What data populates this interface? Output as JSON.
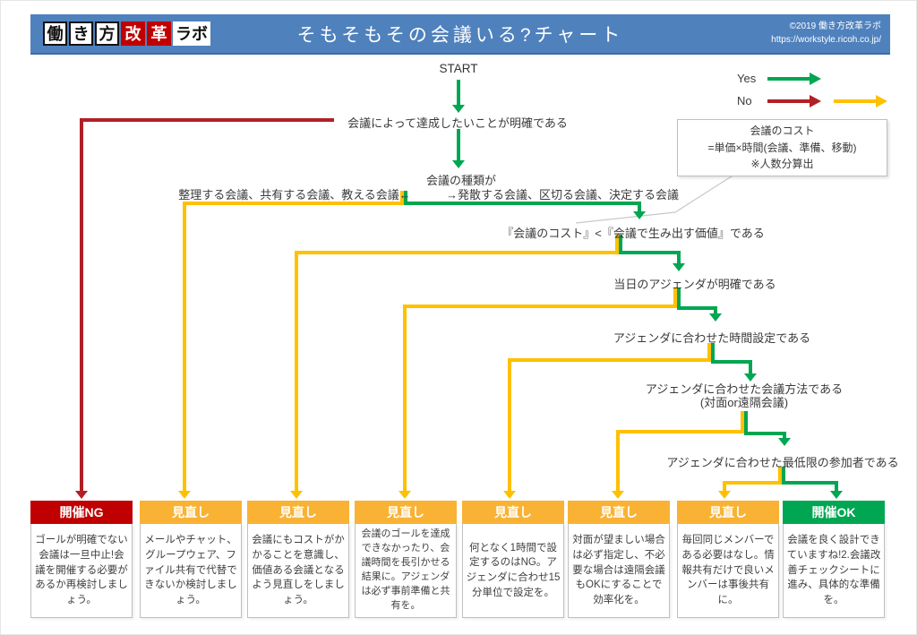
{
  "header": {
    "logo_segments": [
      {
        "text": "働"
      },
      {
        "text": "き"
      },
      {
        "text": "方"
      },
      {
        "text": "改"
      },
      {
        "text": "革"
      },
      {
        "text": "ラボ"
      }
    ],
    "title": "そもそもその会議いる?チャート",
    "copyright_line1": "©2019 働き方改革ラボ",
    "copyright_line2": "https://workstyle.ricoh.co.jp/"
  },
  "legend": {
    "yes_label": "Yes",
    "no_label": "No"
  },
  "flow": {
    "start_label": "START",
    "d1": "会議によって達成したいことが明確である",
    "d2_main": "会議の種類が",
    "d2_left": "整理する会議、共有する会議、教える会議←",
    "d2_right": "→発散する会議、区切る会議、決定する会議",
    "d3": "『会議のコスト』<『会議で生み出す価値』である",
    "d4": "当日のアジェンダが明確である",
    "d5": "アジェンダに合わせた時間設定である",
    "d6_line1": "アジェンダに合わせた会議方法である",
    "d6_line2": "(対面or遠隔会議)",
    "d7": "アジェンダに合わせた最低限の参加者である"
  },
  "cost_note": {
    "line1": "会議のコスト",
    "line2": "=単価×時間(会議、準備、移動)",
    "line3": "※人数分算出"
  },
  "outcomes": [
    {
      "label": "開催NG",
      "body": "ゴールが明確でない会議は一旦中止!会議を開催する必要があるか再検討しましょう。"
    },
    {
      "label": "見直し",
      "body": "メールやチャット、グループウェア、ファイル共有で代替できないか検討しましょう。"
    },
    {
      "label": "見直し",
      "body": "会議にもコストがかかることを意識し、価値ある会議となるよう見直しをしましょう。"
    },
    {
      "label": "見直し",
      "body": "会議のゴールを達成できなかったり、会議時間を長引かせる結果に。アジェンダは必ず事前準備と共有を。"
    },
    {
      "label": "見直し",
      "body": "何となく1時間で設定するのはNG。アジェンダに合わせ15分単位で設定を。"
    },
    {
      "label": "見直し",
      "body": "対面が望ましい場合は必ず指定し、不必要な場合は遠隔会議もOKにすることで効率化を。"
    },
    {
      "label": "見直し",
      "body": "毎回同じメンバーである必要はなし。情報共有だけで良いメンバーは事後共有に。"
    },
    {
      "label": "開催OK",
      "body": "会議を良く設計できていますね!2.会議改善チェックシートに進み、具体的な準備を。"
    }
  ],
  "colors": {
    "header_blue": "#4F81BD",
    "yes_green": "#00A651",
    "no_line_red": "#B02025",
    "ng_header_red": "#C00000",
    "revise_header_yellow": "#F9B233",
    "no_line_yellow": "#FFC000",
    "ok_header_green": "#00A651"
  }
}
